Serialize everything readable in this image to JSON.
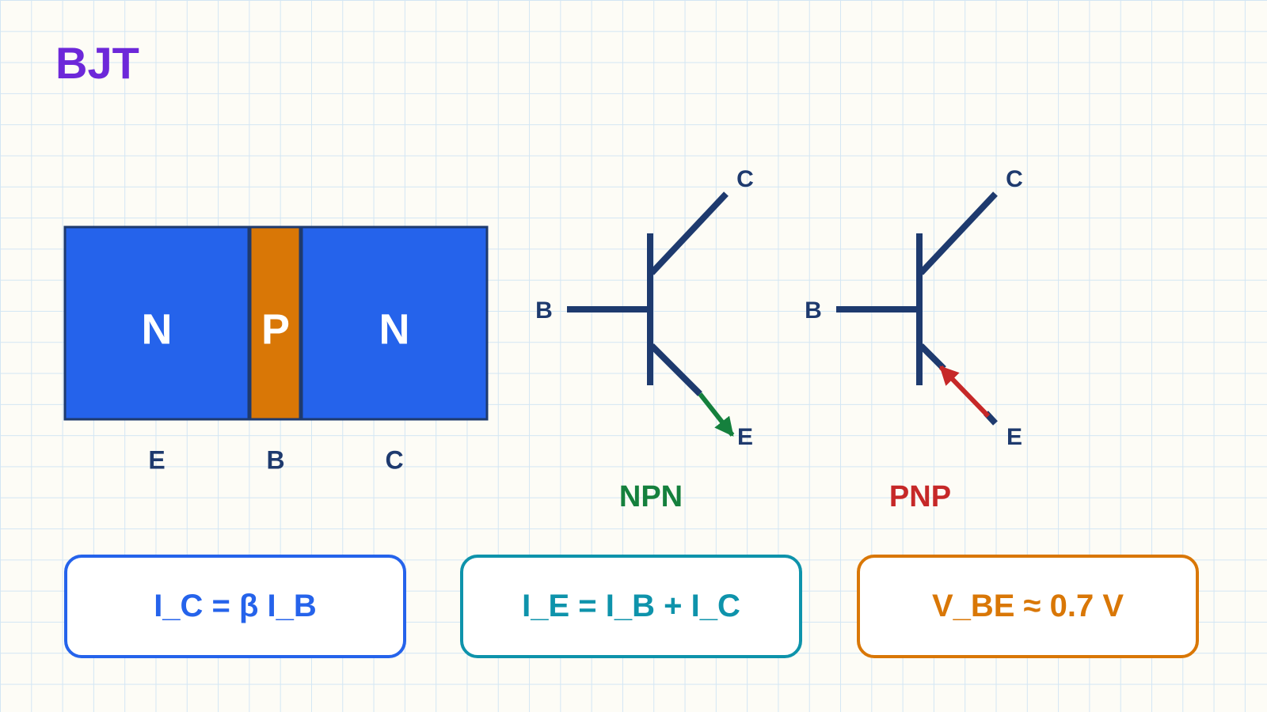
{
  "title": "BJT",
  "layers": {
    "emitter_region": "N",
    "base_region": "P",
    "collector_region": "N",
    "emitter_label": "E",
    "base_label": "B",
    "collector_label": "C"
  },
  "npn": {
    "caption": "NPN",
    "base": "B",
    "collector": "C",
    "emitter": "E"
  },
  "pnp": {
    "caption": "PNP",
    "base": "B",
    "collector": "C",
    "emitter": "E"
  },
  "formulas": [
    "I_C = β I_B",
    "I_E = I_B + I_C",
    "V_BE ≈ 0.7 V"
  ],
  "colors": {
    "title": "#6d28d9",
    "n_region": "#2563eb",
    "p_region": "#d97706",
    "outline": "#1e3a6e",
    "npn": "#15803d",
    "pnp": "#c62828",
    "formula_1": "#2563eb",
    "formula_2": "#0e93ab",
    "formula_3": "#d97706"
  }
}
